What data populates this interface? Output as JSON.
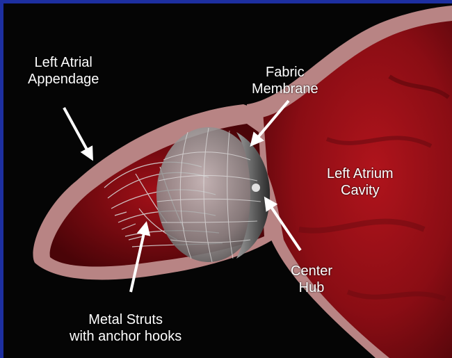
{
  "labels": {
    "left_atrial_appendage": {
      "line1": "Left Atrial",
      "line2": "Appendage"
    },
    "fabric_membrane": {
      "line1": "Fabric",
      "line2": "Membrane"
    },
    "left_atrium_cavity": {
      "line1": "Left Atrium",
      "line2": "Cavity"
    },
    "center_hub": {
      "line1": "Center",
      "line2": "Hub"
    },
    "metal_struts": {
      "line1": "Metal Struts",
      "line2": "with anchor hooks"
    }
  },
  "colors": {
    "background": "#050505",
    "tissue_wall": "#b88484",
    "cavity_red": "#8e0f16",
    "device_gray": "#9a9a9a",
    "frame_blue": "#1d2fa0",
    "label": "#ffffff"
  }
}
